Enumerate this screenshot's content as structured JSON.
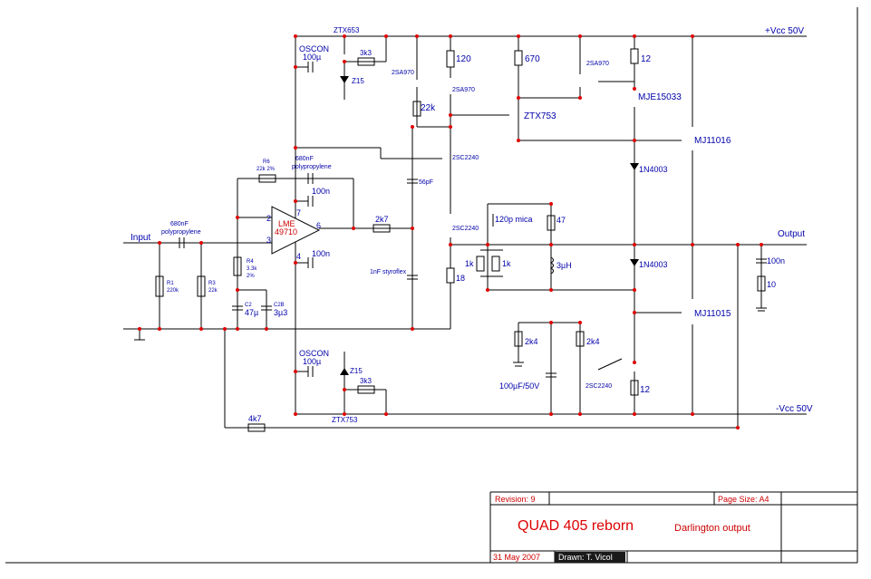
{
  "rails": {
    "vcc_pos": "+Vcc 50V",
    "vcc_neg": "-Vcc 50V"
  },
  "io": {
    "input": "Input",
    "output": "Output"
  },
  "components": {
    "oscon_top_name": "OSCON",
    "oscon_top_value": "100µ",
    "oscon_bot_name": "OSCON",
    "oscon_bot_value": "100µ",
    "ztx653": "ZTX653",
    "ztx753_bot": "ZTX753",
    "ztx753_mid": "ZTX753",
    "r_3k3_top": "3k3",
    "r_3k3_bot": "3k3",
    "z15_top": "Z15",
    "z15_bot": "Z15",
    "sa970_a": "2SA970",
    "sa970_b": "2SA970",
    "sa970_c": "2SA970",
    "r120": "120",
    "r22k": "22k",
    "r670": "670",
    "r12_top": "12",
    "r12_bot": "12",
    "mje15033": "MJE15033",
    "mj11016": "MJ11016",
    "mj11015": "MJ11015",
    "sc2240_a": "2SC2240",
    "sc2240_b": "2SC2240",
    "sc2240_c": "2SC2240",
    "c680_top_a": "680nF",
    "c680_top_b": "polypropylene",
    "r6_a": "R6",
    "r6_b": "22k 2%",
    "c100n_a": "100n",
    "c100n_b": "100n",
    "c100n_out": "100n",
    "c56p": "56pF",
    "c1n_styro": "1nF styroflex",
    "c120p": "120p mica",
    "r47": "47",
    "r1k_a": "1k",
    "r1k_b": "1k",
    "l3u": "3µH",
    "d1n4003_a": "1N4003",
    "d1n4003_b": "1N4003",
    "r10": "10",
    "r18": "18",
    "r2k7": "2k7",
    "ic_line1": "LME",
    "ic_line2": "49710",
    "pin2": "2",
    "pin3": "3",
    "pin4": "4",
    "pin6": "6",
    "pin7": "7",
    "c680_in_a": "680nF",
    "c680_in_b": "polypropylene",
    "r1_a": "R1",
    "r1_b": "220k",
    "r3_a": "R3",
    "r3_b": "22k",
    "r4_a": "R4",
    "r4_b": "3.3k",
    "r4_c": "2%",
    "c2_a": "C2",
    "c2_b": "47µ",
    "c2b_a": "C2B",
    "c2b_b": "3µ3",
    "r2k4_a": "2k4",
    "r2k4_b": "2k4",
    "c100u": "100µF/50V",
    "r4k7": "4k7"
  },
  "title_block": {
    "revision": "Revision: 9",
    "page_size": "Page Size: A4",
    "title": "QUAD 405 reborn",
    "subtitle": "Darlington output",
    "date": "31 May 2007",
    "drawn": "Drawn: T. Vicol"
  }
}
